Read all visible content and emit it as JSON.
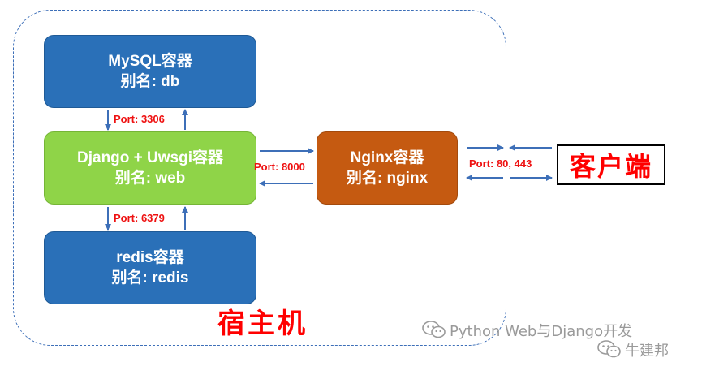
{
  "nodes": {
    "mysql": {
      "title": "MySQL容器",
      "alias": "别名: db"
    },
    "django": {
      "title": "Django + Uwsgi容器",
      "alias": "别名: web"
    },
    "redis": {
      "title": "redis容器",
      "alias": "别名: redis"
    },
    "nginx": {
      "title": "Nginx容器",
      "alias": "别名: nginx"
    }
  },
  "ports": {
    "mysql": "Port: 3306",
    "redis": "Port: 6379",
    "nginx": "Port: 8000",
    "client": "Port: 80, 443"
  },
  "client_label": "客户端",
  "host_label": "宿主机",
  "watermarks": {
    "line1": "Python Web与Django开发",
    "line2": "牛建邦"
  },
  "colors": {
    "container_blue": "#2a70b8",
    "container_green": "#8fd448",
    "container_orange": "#c55a11",
    "port_text": "#ee1111",
    "arrow": "#3d6fb8",
    "host_border": "#3d6fb8"
  }
}
